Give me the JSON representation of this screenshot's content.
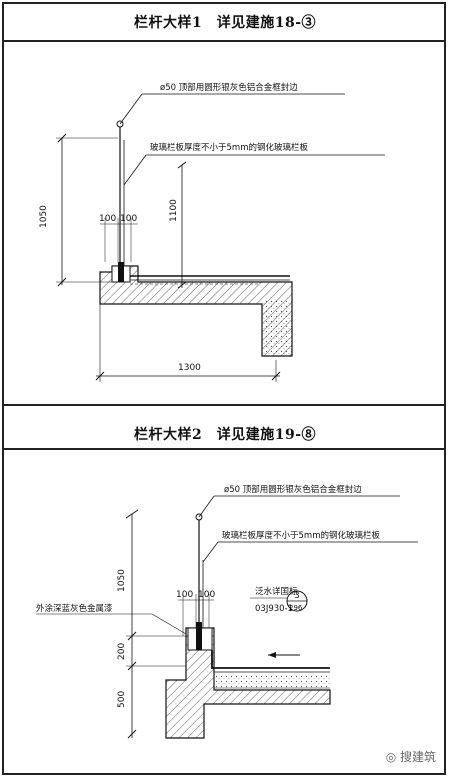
{
  "panel1": {
    "title": "栏杆大样1　详见建施18-③",
    "note_top": "ø50 顶部用圆形银灰色铝合金框封边",
    "note_glass": "玻璃栏板厚度不小于5mm的钢化玻璃栏板",
    "dim_left": "1050",
    "dim_mid": "1100",
    "dim_100a": "100",
    "dim_100b": "100",
    "dim_bottom": "1300"
  },
  "panel2": {
    "title": "栏杆大样2　详见建施19-⑧",
    "note_top": "ø50 顶部用圆形银灰色铝合金框封边",
    "note_glass": "玻璃栏板厚度不小于5mm的钢化玻璃栏板",
    "note_paint": "外涂深蓝灰色金属漆",
    "note_ref": "泛水详国标",
    "ref_code": "03J930-1",
    "ref_num": "3",
    "ref_page": "296",
    "dim_1050": "1050",
    "dim_200": "200",
    "dim_500": "500",
    "dim_100a": "100",
    "dim_100b": "100"
  },
  "watermark": "搜建筑"
}
